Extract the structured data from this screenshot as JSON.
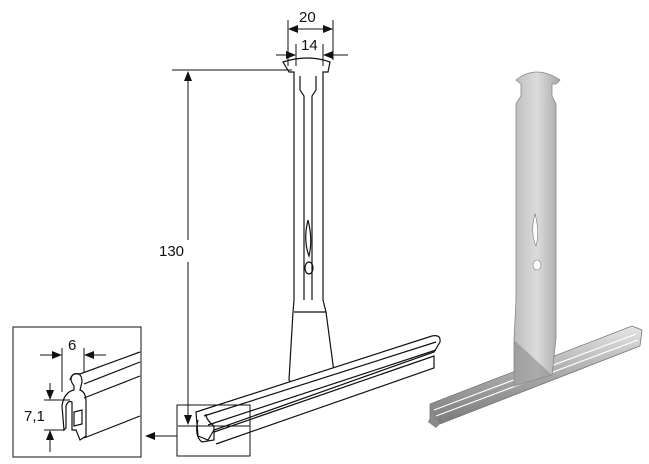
{
  "dimensions": {
    "overall_width": "20",
    "inner_width": "14",
    "height": "130",
    "profile_width": "6",
    "profile_height": "7,1"
  },
  "colors": {
    "line": "#111111",
    "metal_light": "#d4d4d4",
    "metal_dark": "#8a8a8a"
  }
}
